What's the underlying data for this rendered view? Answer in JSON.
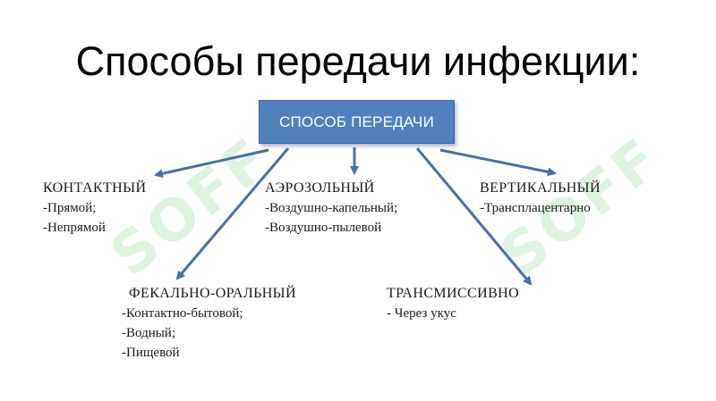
{
  "title": "Способы передачи инфекции:",
  "root": {
    "label": "СПОСОБ ПЕРЕДАЧИ"
  },
  "branches": [
    {
      "heading": "КОНТАКТНЫЙ",
      "items": [
        "-Прямой;",
        "-Непрямой"
      ]
    },
    {
      "heading": "АЭРОЗОЛЬНЫЙ",
      "items": [
        "-Воздушно-капельный;",
        "-Воздушно-пылевой"
      ]
    },
    {
      "heading": "ВЕРТИКАЛЬНЫЙ",
      "items": [
        "-Трансплацентарно"
      ]
    },
    {
      "heading": "ФЕКАЛЬНО-ОРАЛЬНЫЙ",
      "items": [
        "-Контактно-бытовой;",
        "-Водный;",
        "-Пищевой"
      ]
    },
    {
      "heading": "ТРАНСМИССИВНО",
      "items": [
        "- Через укус"
      ]
    }
  ],
  "watermark": {
    "text": "SOFF"
  },
  "colors": {
    "box_fill": "#4f81bd",
    "arrow": "#4a6fa5",
    "watermark": "#9fe0ab"
  }
}
